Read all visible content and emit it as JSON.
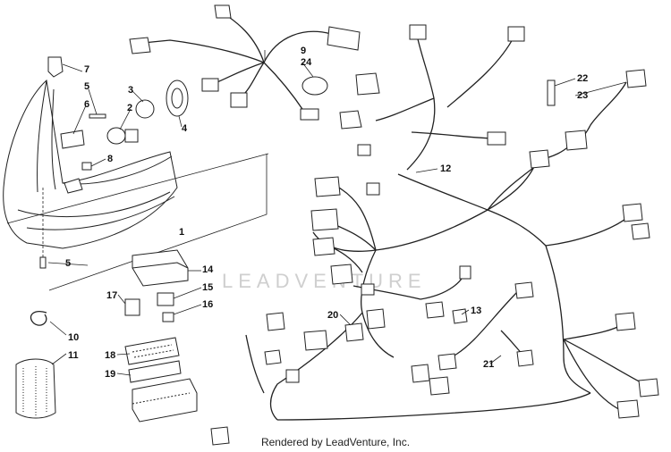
{
  "diagram": {
    "watermark": "LEADVENTURE",
    "footer": "Rendered by LeadVenture, Inc.",
    "callouts": [
      {
        "id": "c1",
        "label": "1"
      },
      {
        "id": "c2",
        "label": "2"
      },
      {
        "id": "c3",
        "label": "3"
      },
      {
        "id": "c4",
        "label": "4"
      },
      {
        "id": "c5a",
        "label": "5"
      },
      {
        "id": "c5b",
        "label": "5"
      },
      {
        "id": "c6",
        "label": "6"
      },
      {
        "id": "c7",
        "label": "7"
      },
      {
        "id": "c8",
        "label": "8"
      },
      {
        "id": "c9",
        "label": "9"
      },
      {
        "id": "c10",
        "label": "10"
      },
      {
        "id": "c11",
        "label": "11"
      },
      {
        "id": "c12",
        "label": "12"
      },
      {
        "id": "c13",
        "label": "13"
      },
      {
        "id": "c14",
        "label": "14"
      },
      {
        "id": "c15",
        "label": "15"
      },
      {
        "id": "c16",
        "label": "16"
      },
      {
        "id": "c17",
        "label": "17"
      },
      {
        "id": "c18",
        "label": "18"
      },
      {
        "id": "c19",
        "label": "19"
      },
      {
        "id": "c20",
        "label": "20"
      },
      {
        "id": "c21",
        "label": "21"
      },
      {
        "id": "c22",
        "label": "22"
      },
      {
        "id": "c23",
        "label": "23"
      },
      {
        "id": "c24",
        "label": "24"
      }
    ]
  }
}
